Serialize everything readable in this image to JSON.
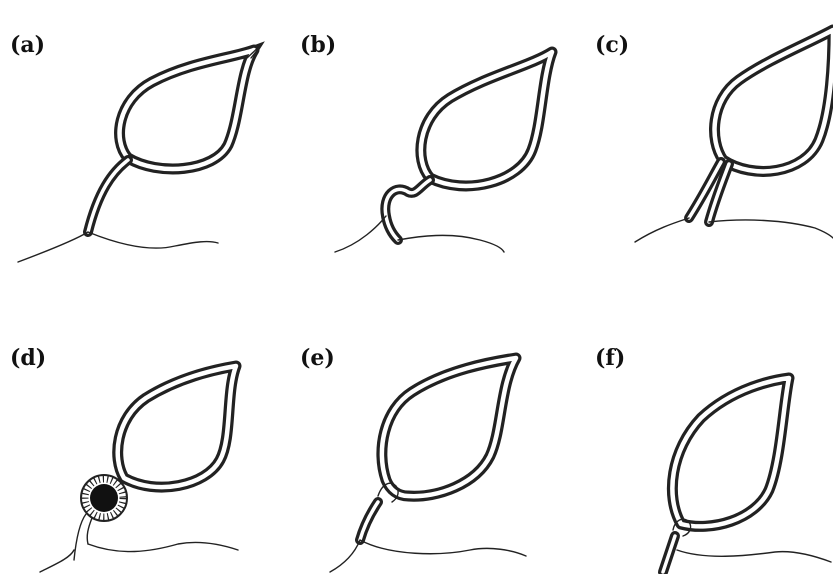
{
  "panels": [
    {
      "id": "a",
      "label": "(a)"
    },
    {
      "id": "b",
      "label": "(b)"
    },
    {
      "id": "c",
      "label": "(c)"
    },
    {
      "id": "d",
      "label": "(d)"
    },
    {
      "id": "e",
      "label": "(e)"
    },
    {
      "id": "f",
      "label": "(f)"
    }
  ],
  "colors": {
    "ink": "#222222",
    "background": "#ffffff",
    "plug": "#111111"
  }
}
